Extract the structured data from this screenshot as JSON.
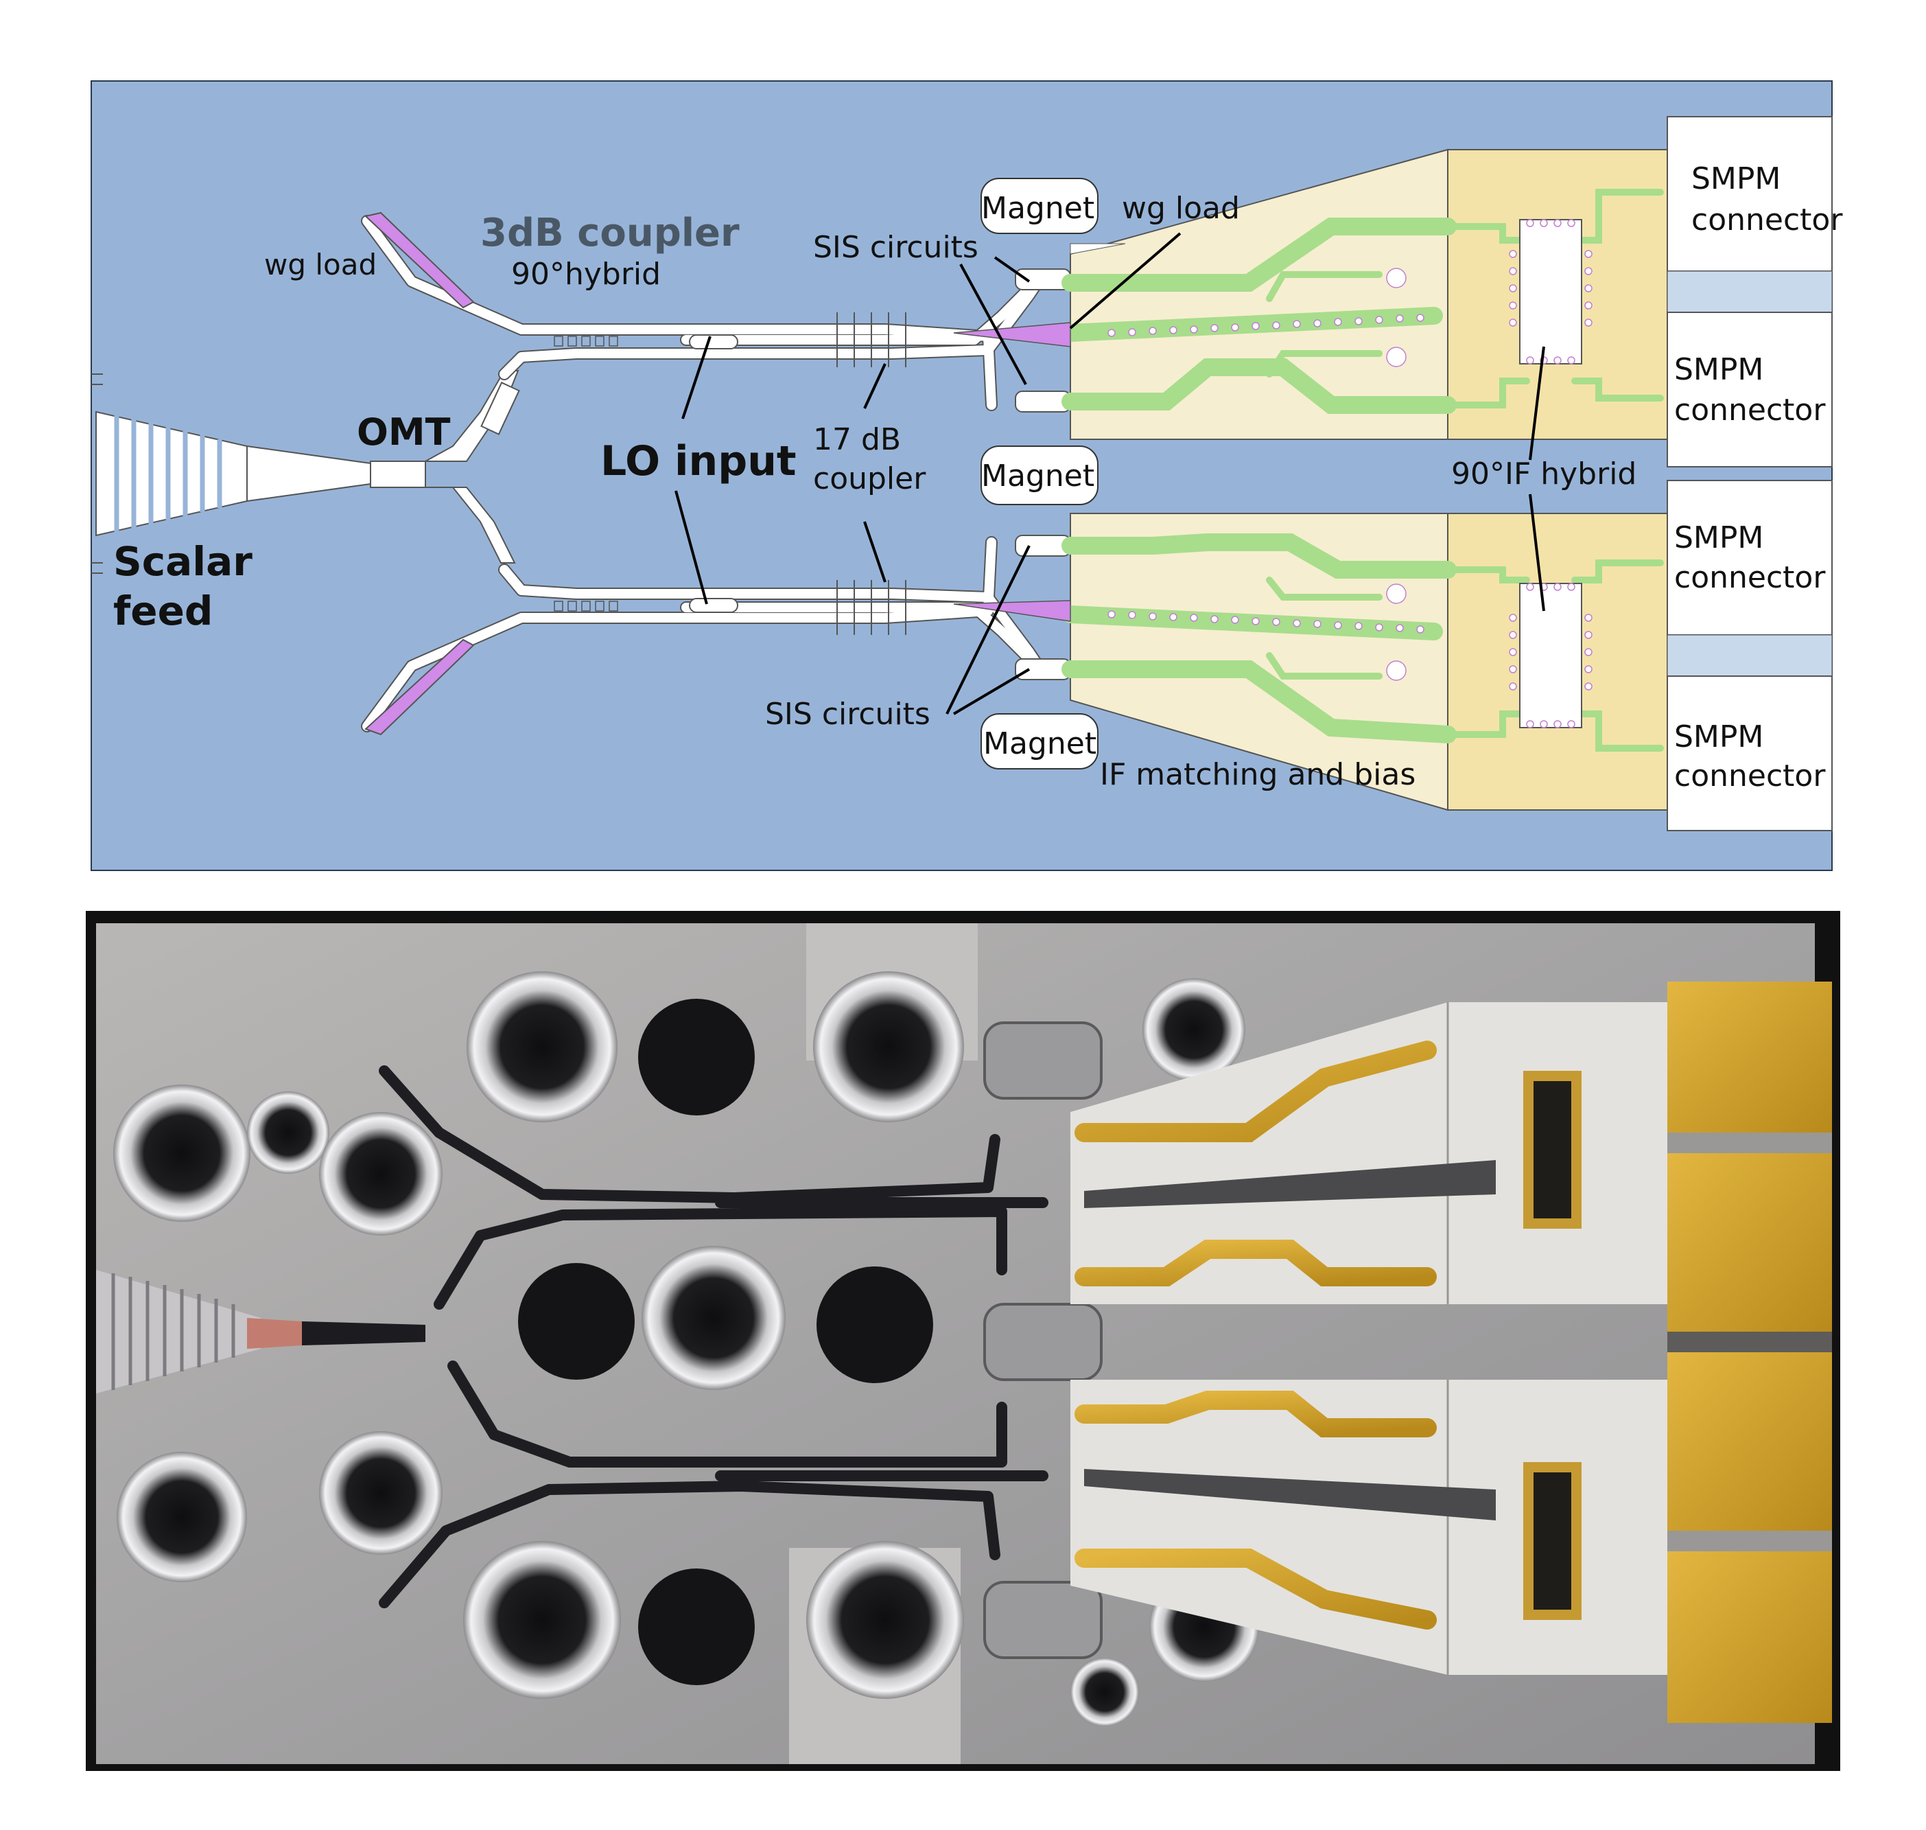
{
  "diagram": {
    "labels": {
      "wg_load_left": "wg load",
      "coupler_3db": "3dB coupler",
      "hybrid_90": "90°hybrid",
      "omt": "OMT",
      "lo_input": "LO input",
      "scalar_feed_1": "Scalar",
      "scalar_feed_2": "feed",
      "coupler_17db_1": "17 dB",
      "coupler_17db_2": "coupler",
      "sis_circuits_top": "SIS circuits",
      "sis_circuits_bottom": "SIS circuits",
      "magnet_top": "Magnet",
      "magnet_middle": "Magnet",
      "magnet_bottom": "Magnet",
      "wg_load_right": "wg load",
      "if_matching": "IF matching and bias",
      "if_hybrid": "90°IF hybrid",
      "smpm_1": "SMPM",
      "smpm_1b": "connector",
      "smpm_2": "SMPM",
      "smpm_2b": "connector",
      "smpm_3": "SMPM",
      "smpm_3b": "connector",
      "smpm_4": "SMPM",
      "smpm_4b": "connector"
    },
    "colors": {
      "block_background": "#97b4d8",
      "waveguide": "#ffffff",
      "if_board": "#f6eed0",
      "if_hybrid_board": "#f4e3a8",
      "trace": "#a8dd8c",
      "wg_load": "#d08ae8",
      "connector_slot": "#c9d9ec"
    }
  },
  "photo": {
    "description_icon": "photo-of-mixer-block"
  }
}
